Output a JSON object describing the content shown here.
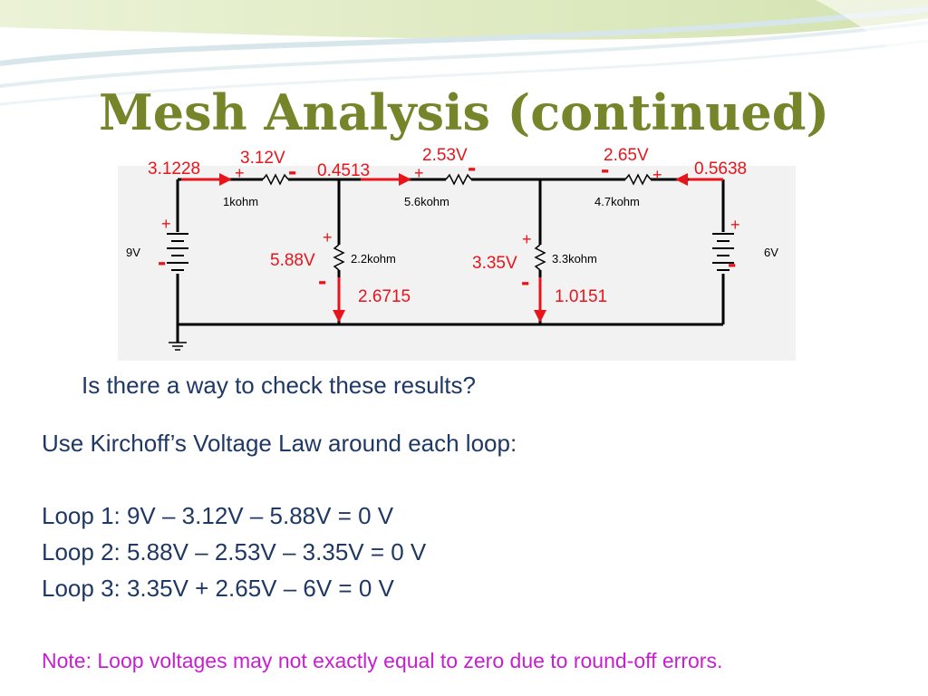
{
  "slide": {
    "title": "Mesh Analysis (continued)",
    "question": "Is there a way to check these results?",
    "kvl_intro": "Use Kirchoff’s Voltage Law around each loop:",
    "loops": [
      "Loop 1:  9V – 3.12V – 5.88V = 0 V",
      "Loop 2:  5.88V – 2.53V – 3.35V = 0 V",
      "Loop 3:  3.35V + 2.65V – 6V = 0 V"
    ],
    "note": "Note:  Loop voltages may not exactly equal to zero due to round-off errors."
  },
  "circuit": {
    "components": {
      "r1": "1kohm",
      "r2": "5.6kohm",
      "r3": "4.7kohm",
      "r4": "2.2kohm",
      "r5": "3.3kohm",
      "source_left": "9V",
      "source_right": "6V"
    },
    "currents": {
      "i1": "3.1228",
      "i2": "0.4513",
      "i3": "0.5638",
      "i4": "2.6715",
      "i5": "1.0151"
    },
    "voltages": {
      "v1": "3.12V",
      "v2": "2.53V",
      "v3": "2.65V",
      "v4": "5.88V",
      "v5": "3.35V"
    },
    "plus": "+",
    "minus": "-",
    "colors": {
      "annotation": "#e8141b",
      "wire": "#000000"
    }
  }
}
